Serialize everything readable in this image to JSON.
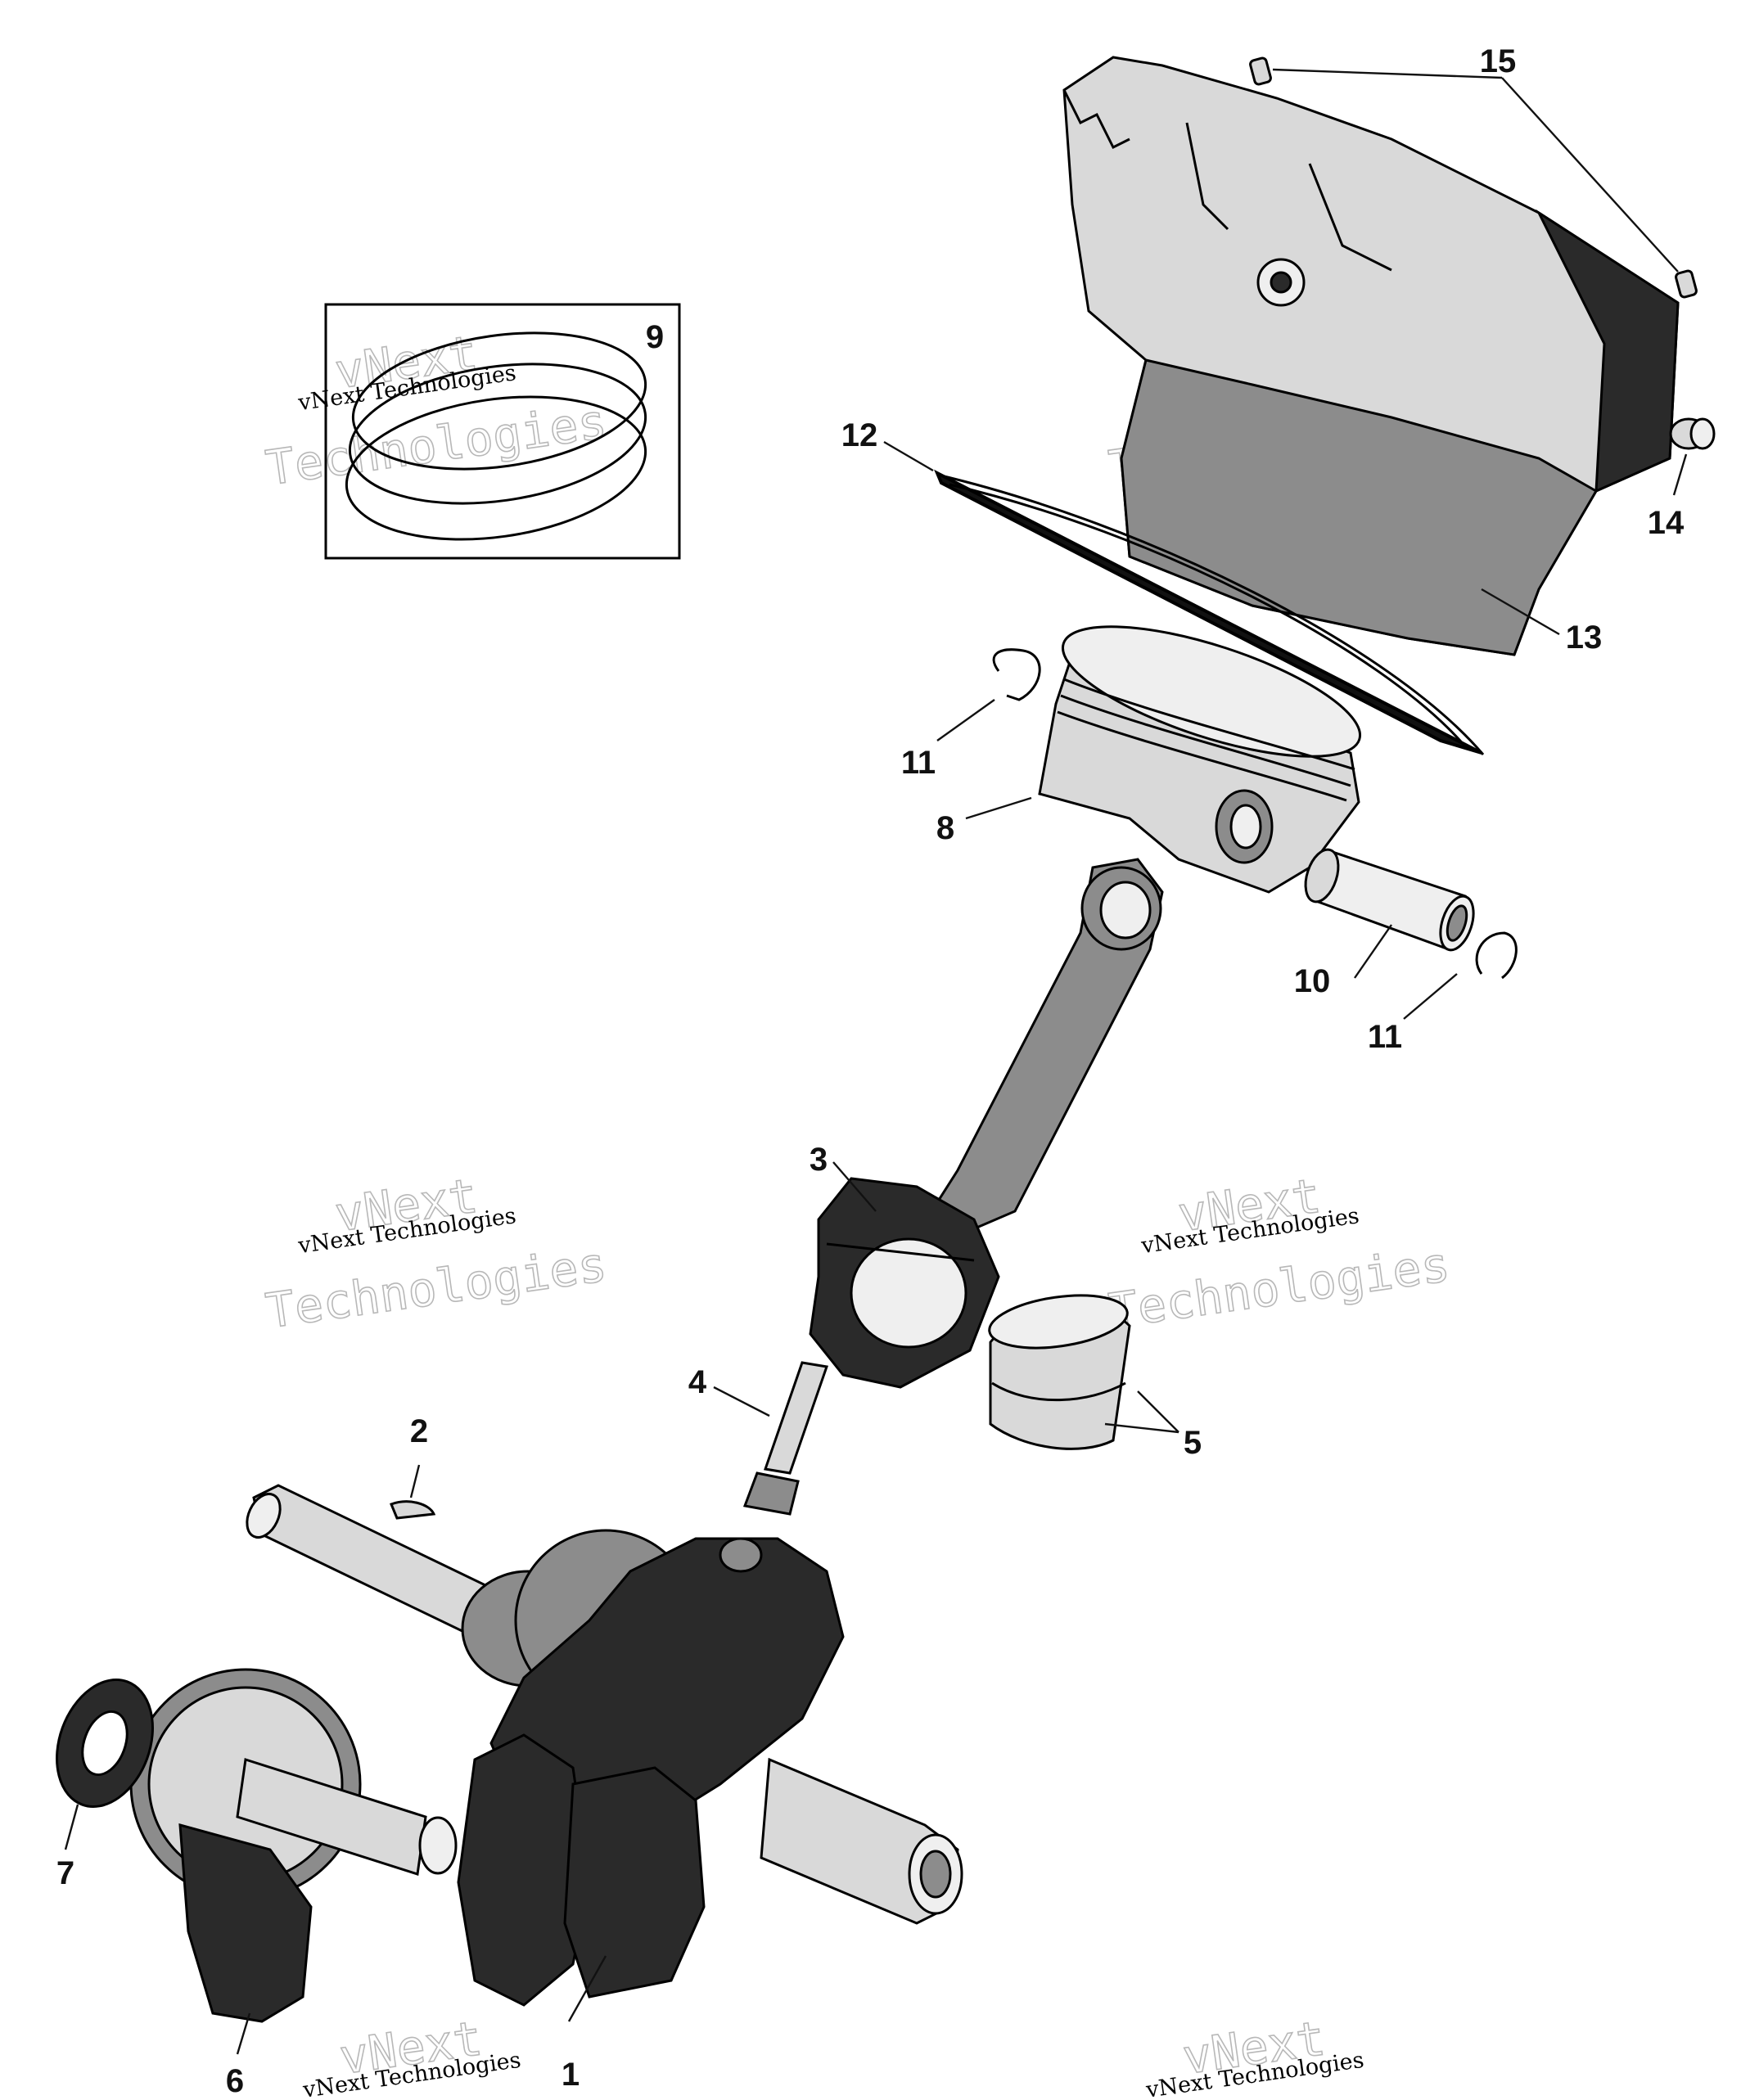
{
  "callouts": {
    "c1": "1",
    "c2": "2",
    "c3": "3",
    "c4": "4",
    "c5": "5",
    "c6": "6",
    "c7": "7",
    "c8": "8",
    "c9": "9",
    "c10": "10",
    "c11a": "11",
    "c11b": "11",
    "c12": "12",
    "c13": "13",
    "c14": "14",
    "c15": "15"
  },
  "watermark": {
    "brand": "vNext",
    "line_small": "vNext Technologies",
    "line_big": "Technologies"
  },
  "colors": {
    "ink": "#111111",
    "metal_dark": "#2a2a2a",
    "metal_mid": "#8c8c8c",
    "metal_light": "#d9d9d9",
    "watermark_outline": "#b8b8b8"
  }
}
